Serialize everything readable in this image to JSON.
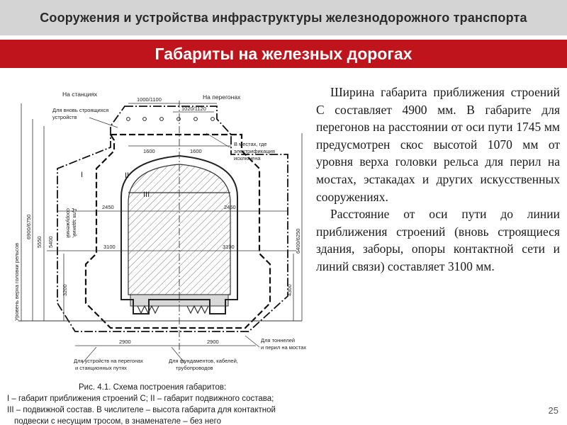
{
  "header": {
    "title": "Сооружения и устройства инфраструктуры железнодорожного транспорта"
  },
  "banner": {
    "title": "Габариты на железных дорогах"
  },
  "body_text": {
    "paragraph1": "Ширина габарита приближения строений С составляет 4900 мм. В габарите для перегонов на расстоянии от оси пути 1745 мм предусмотрен скос высотой 1070 мм от уровня верха головки рельса для перил на мостах, эстакадах и других искусственных сооружениях.",
    "paragraph2": "Расстояние от оси пути до линии приближения строений (вновь строящиеся здания, заборы, опоры контактной сети и линий связи) составляет 3100 мм."
  },
  "figure": {
    "labels": {
      "stations": "На станциях",
      "hauls": "На перегонах",
      "new_built": "Для вновь строящихся",
      "devices": "устройств",
      "dim_top": "1000/1100",
      "dim_top2": "1020/1120",
      "half_1600": "1600",
      "bridges": "В местах, где",
      "electrified": "электрификация",
      "excluded": "исключена",
      "buildings_v": "Для зданий,",
      "structures_v": "сооружений",
      "roman1": "I",
      "roman2": "II",
      "roman3": "III",
      "dim_2450": "2450",
      "dim_3100": "3100",
      "dim_2900": "2900",
      "h_6900": "6900/6750",
      "h_5550": "5550",
      "h_5400": "5400",
      "h_3200": "3200",
      "h_6400": "6400/6250",
      "h_4300": "4300",
      "rail_level": "Уровень верха головки рельсов",
      "tunnels": "Для тоннелей",
      "railings": "и перил на мостах",
      "devices_haul": "Для устройств на перегонах",
      "station_tracks": "и станционных путях",
      "foundations": "Для фундаментов, кабелей,",
      "pipelines": "трубопроводов"
    },
    "caption": {
      "line1": "Рис. 4.1. Схема построения габаритов:",
      "line2": "I – габарит приближения строений С; II – габарит подвижного состава;",
      "line3": "III – подвижной состав. В числителе – высота габарита для контактной",
      "line4": "подвески с несущим тросом, в знаменателе – без него"
    }
  },
  "page": {
    "number": "25"
  }
}
